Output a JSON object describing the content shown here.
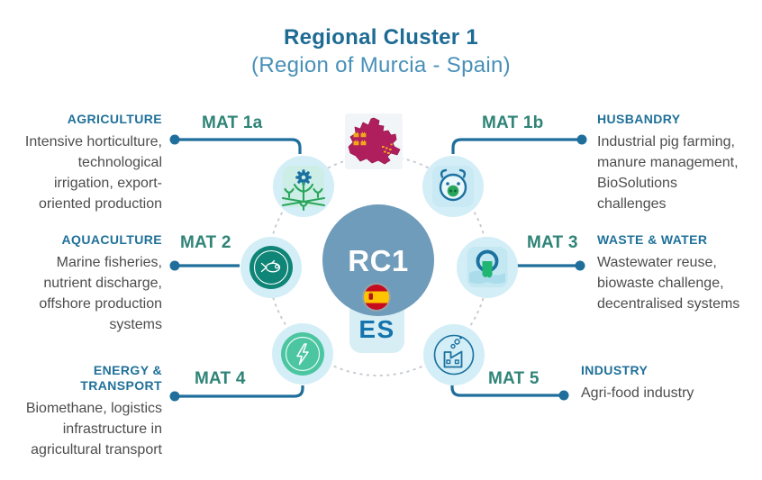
{
  "title": "Regional Cluster 1",
  "subtitle": "(Region of Murcia - Spain)",
  "center": {
    "cluster_label": "RC1",
    "country_code": "ES",
    "map": "region-of-murcia-map",
    "flag": "spain-flag"
  },
  "sectors": [
    {
      "mat": "MAT 1a",
      "heading": "AGRICULTURE",
      "description": "Intensive horticulture,\ntechnological\nirrigation, export-\noriented production",
      "icon": "flower-gear-icon",
      "side": "left"
    },
    {
      "mat": "MAT 1b",
      "heading": "HUSBANDRY",
      "description": "Industrial pig farming,\nmanure management,\nBioSolutions\nchallenges",
      "icon": "pig-icon",
      "side": "right"
    },
    {
      "mat": "MAT 2",
      "heading": "AQUACULTURE",
      "description": "Marine fisheries,\nnutrient discharge,\noffshore production\nsystems",
      "icon": "fish-icon",
      "side": "left"
    },
    {
      "mat": "MAT 3",
      "heading": "WASTE & WATER",
      "description": "Wastewater reuse,\nbiowaste challenge,\ndecentralised systems",
      "icon": "wastewater-pipe-icon",
      "side": "right"
    },
    {
      "mat": "MAT 4",
      "heading": "ENERGY &\nTRANSPORT",
      "description": "Biomethane, logistics\ninfrastructure in\nagricultural transport",
      "icon": "lightning-bolt-icon",
      "side": "left"
    },
    {
      "mat": "MAT 5",
      "heading": "INDUSTRY",
      "description": "Agri-food industry",
      "icon": "factory-icon",
      "side": "right"
    }
  ],
  "colors": {
    "title": "#1e6b94",
    "subtitle": "#4890b8",
    "section_heading": "#1f7099",
    "mat_label": "#2f8477",
    "body_text": "#4d4d4d",
    "connector": "#1f6e9c",
    "center_circle": "#6f9cba",
    "satellite_circle": "#d3eef6",
    "aquaculture_inner": "#0e8577",
    "energy_inner": "#4bc6a1",
    "plant_green": "#2aa65c",
    "murcia_crimson": "#b01f5d",
    "castle_yellow": "#f2a71b",
    "flag_red": "#c60b1e",
    "flag_yellow": "#ffc400",
    "es_text": "#1474ad"
  }
}
